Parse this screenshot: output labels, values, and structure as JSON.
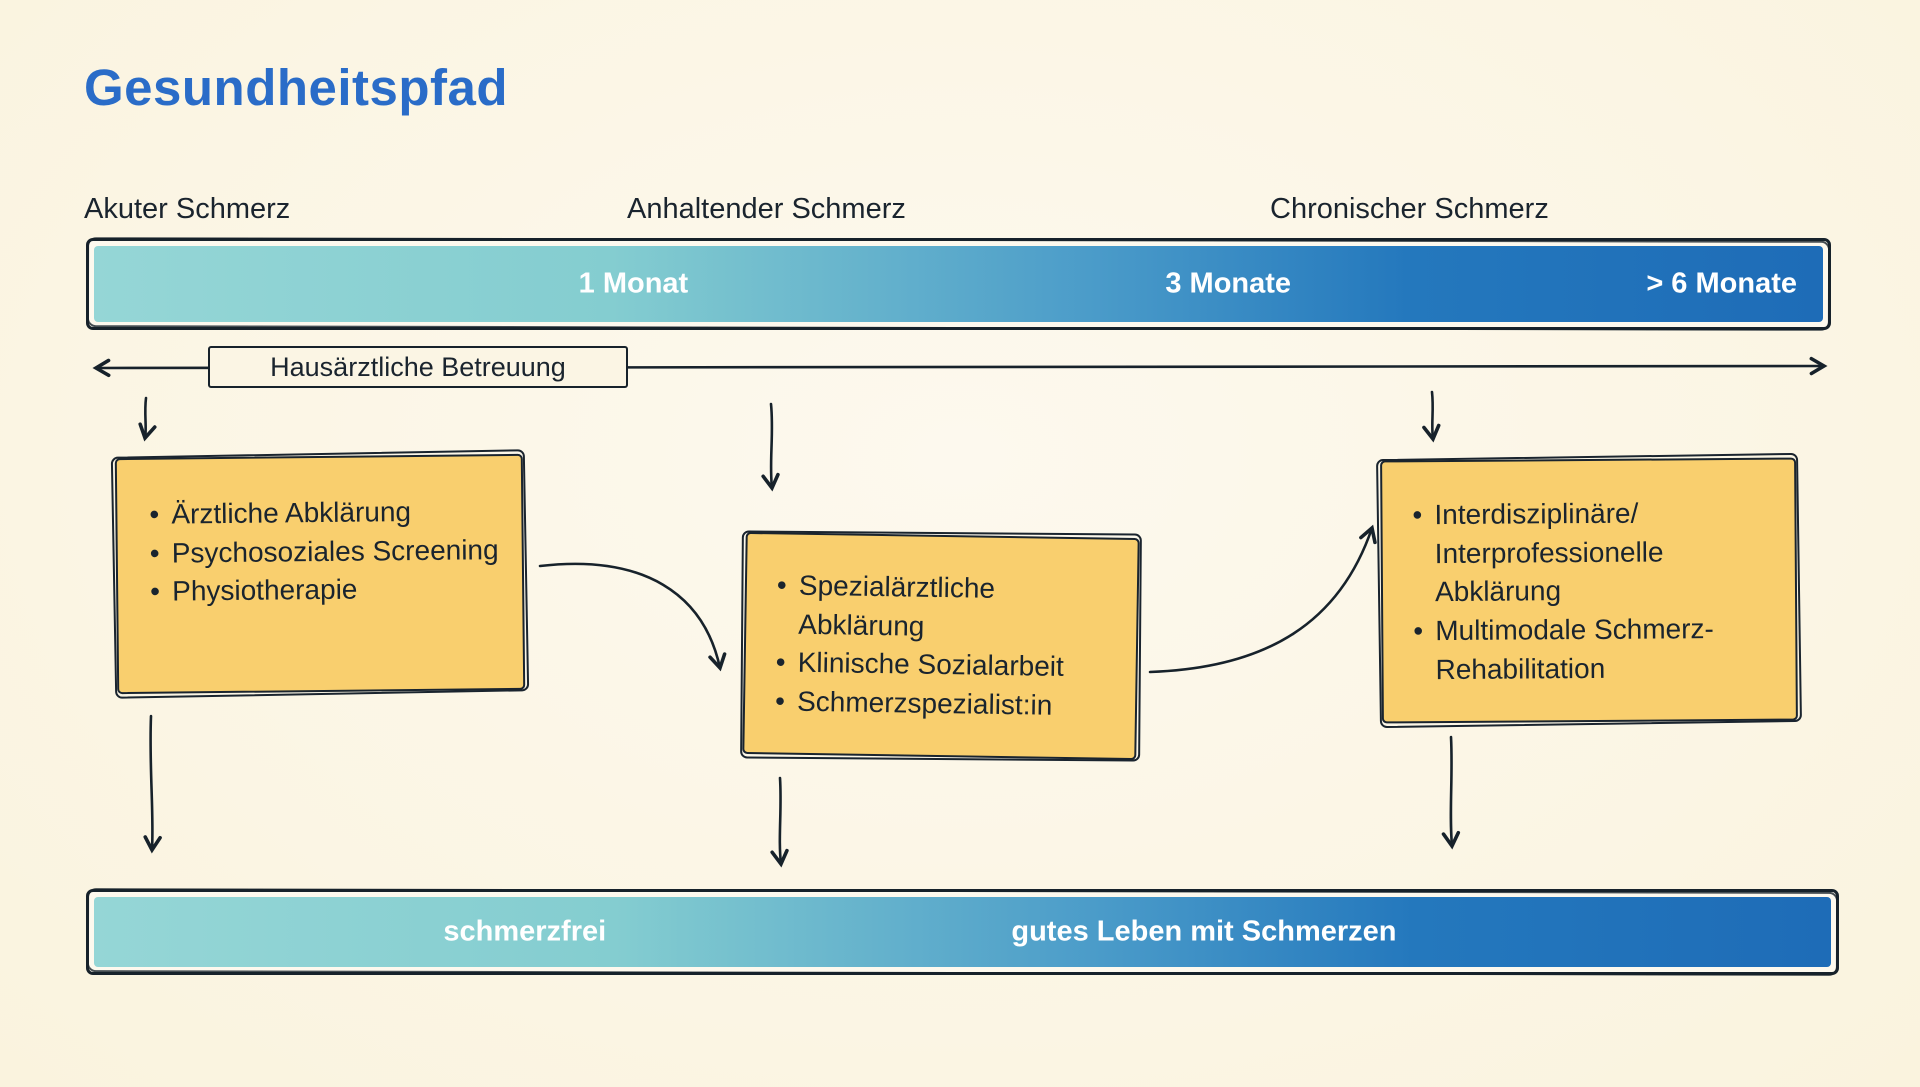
{
  "title": "Gesundheitspfad",
  "phases": [
    {
      "label": "Akuter Schmerz"
    },
    {
      "label": "Anhaltender Schmerz"
    },
    {
      "label": "Chronischer Schmerz"
    }
  ],
  "timeline": {
    "labels": [
      "1 Monat",
      "3 Monate",
      "> 6 Monate"
    ]
  },
  "care_band": {
    "label": "Hausärztliche Betreuung"
  },
  "boxes": [
    {
      "name": "acute-care",
      "items": [
        "Ärztliche Abklärung",
        "Psychosoziales Screening",
        "Physiotherapie"
      ]
    },
    {
      "name": "persistent-care",
      "items": [
        "Spezialärztliche Abklärung",
        "Klinische Sozialarbeit",
        "Schmerzspezialist:in"
      ]
    },
    {
      "name": "chronic-care",
      "items": [
        "Interdisziplinäre/ Interprofessionelle Abklärung",
        "Multimodale Schmerz-Rehabilitation"
      ]
    }
  ],
  "outcomes": {
    "left": "schmerzfrei",
    "right": "gutes Leben mit Schmerzen"
  },
  "colors": {
    "accent_blue": "#2a6cc8",
    "gradient_teal": "#95d6d6",
    "gradient_blue": "#1e6cb7",
    "box_yellow": "#f9cf6e",
    "ink": "#1a242e",
    "background": "#fbf5e4"
  }
}
